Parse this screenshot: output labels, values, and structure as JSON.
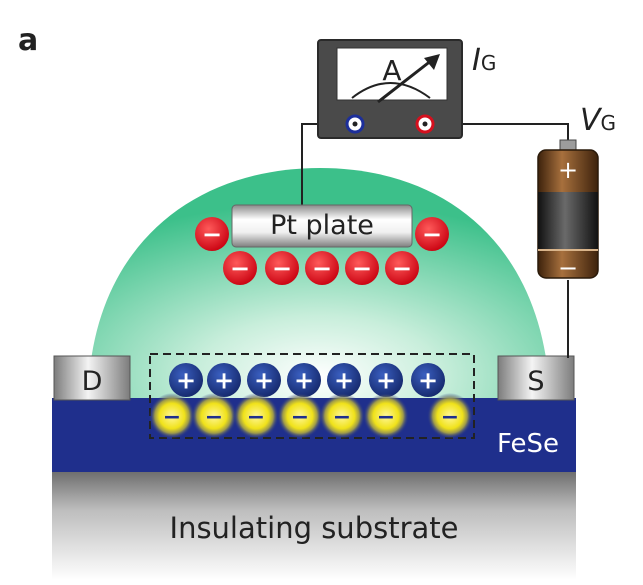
{
  "panel_label": "a",
  "ammeter": {
    "symbol": "A"
  },
  "labels": {
    "current_main": "I",
    "current_sub": "G",
    "voltage_main": "V",
    "voltage_sub": "G",
    "pt_plate": "Pt plate",
    "drain": "D",
    "source": "S",
    "channel": "FeSe",
    "substrate": "Insulating substrate"
  },
  "battery": {
    "positive": "+",
    "negative": "−"
  },
  "ions": {
    "positive_symbol": "+",
    "negative_symbol": "−"
  },
  "colors": {
    "electrolyte": "#3cc08a",
    "fese": "#1f2f8c",
    "anion": "#e0101e",
    "cation": "#1d3a8a",
    "electron": "#f2e61a",
    "ammeter_body": "#4a4a4a",
    "battery_body": "#7a4a22"
  }
}
